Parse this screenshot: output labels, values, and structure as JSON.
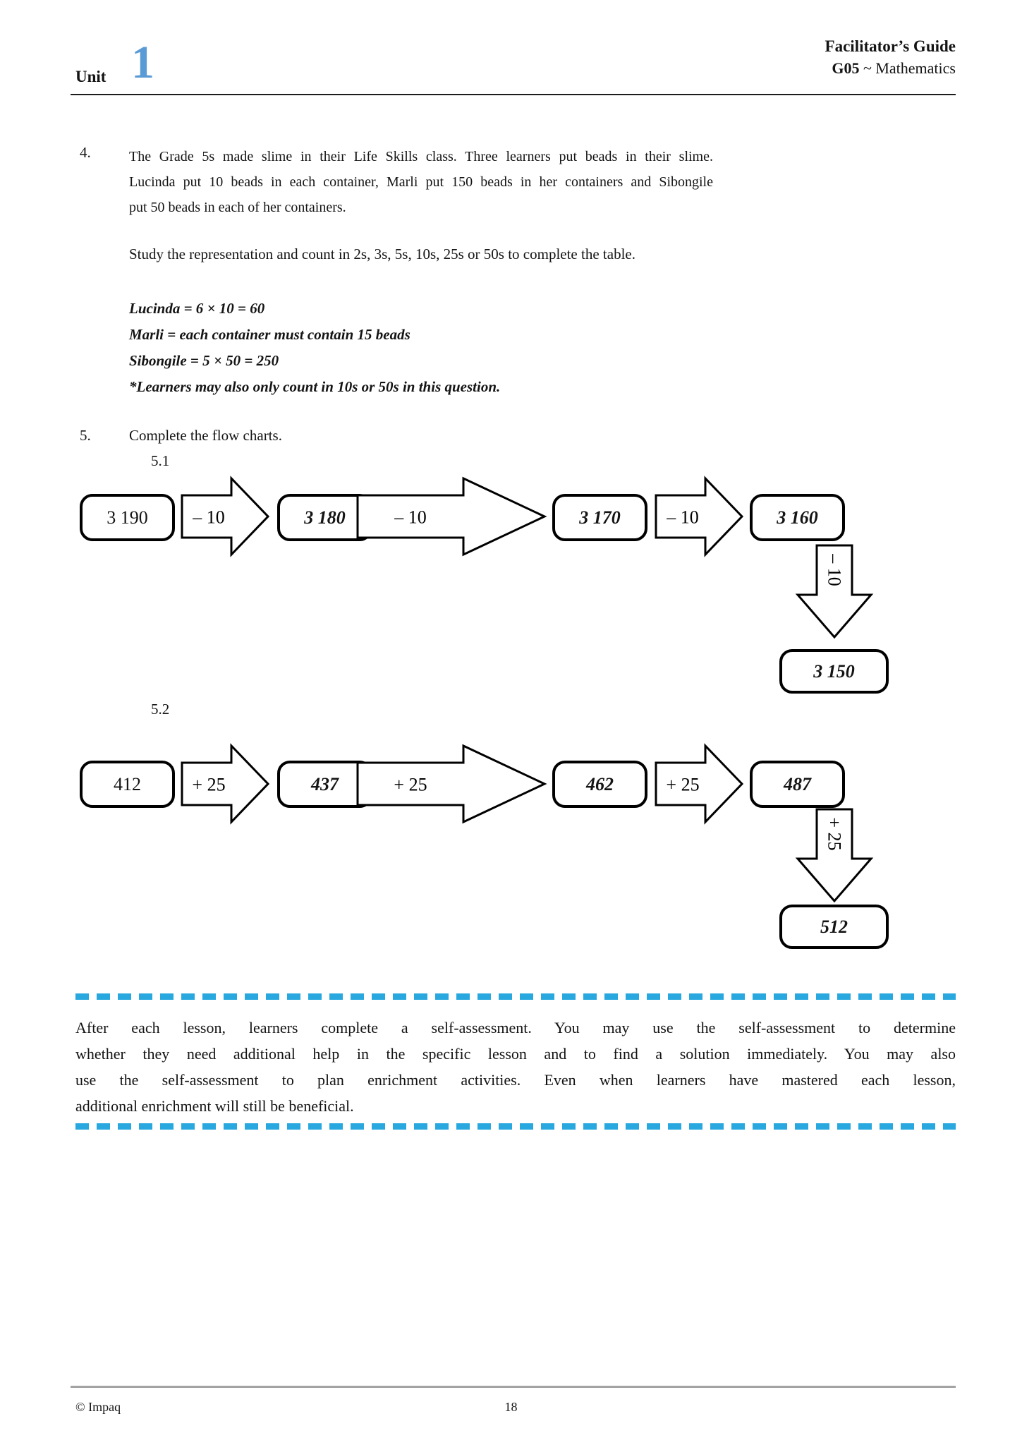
{
  "header": {
    "unit_label": "Unit",
    "unit_number": "1",
    "guide_title": "Facilitator’s Guide",
    "course_code": "G05",
    "course_name": " ~ Mathematics",
    "accent_blue": "#5B9BD5"
  },
  "question4": {
    "number": "4.",
    "body_lines": [
      "The Grade 5s made slime in their Life Skills class. Three learners put beads in their slime.",
      "Lucinda put 10 beads in each container, Marli put 150 beads in her containers and Sibongile",
      "put 50 beads in each of her containers."
    ],
    "instruction": "Study the representation and count in 2s, 3s, 5s, 10s, 25s or 50s to complete the table.",
    "answers": [
      "Lucinda = 6 × 10 = 60",
      "Marli = each container must contain 15 beads",
      "Sibongile = 5 × 50 = 250",
      "*Learners may also only count in 10s or 50s in this question."
    ]
  },
  "question5": {
    "number": "5.",
    "body": "Complete the flow charts.",
    "flowcharts": [
      {
        "label": "5.1",
        "operation": "– 10",
        "start": "3 190",
        "answers": [
          "3 180",
          "3 170",
          "3 160",
          "3 150"
        ]
      },
      {
        "label": "5.2",
        "operation": "+ 25",
        "start": "412",
        "answers": [
          "437",
          "462",
          "487",
          "512"
        ]
      }
    ]
  },
  "note": {
    "divider_color": "#29A8DF",
    "lines": [
      "After each lesson, learners complete a self-assessment. You may use the self-assessment to determine",
      "whether they need additional help in the specific lesson and to find a solution immediately. You may also",
      "use the self-assessment to plan enrichment activities. Even when learners have mastered each lesson,",
      "additional enrichment will still be beneficial."
    ]
  },
  "footer": {
    "copyright": "© Impaq",
    "page_number": "18"
  }
}
